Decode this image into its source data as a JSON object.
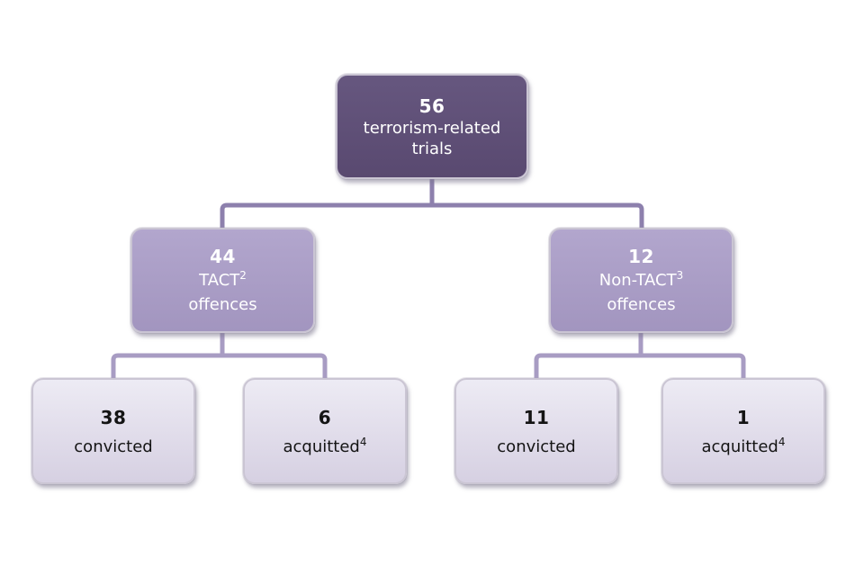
{
  "diagram": {
    "root": {
      "value": "56",
      "label": "terrorism-related trials"
    },
    "level2": [
      {
        "value": "44",
        "name": "TACT",
        "sup": "2",
        "label": "offences"
      },
      {
        "value": "12",
        "name": "Non-TACT",
        "sup": "3",
        "label": "offences"
      }
    ],
    "level3": [
      {
        "value": "38",
        "label": "convicted",
        "sup": ""
      },
      {
        "value": "6",
        "label": "acquitted",
        "sup": "4"
      },
      {
        "value": "11",
        "label": "convicted",
        "sup": ""
      },
      {
        "value": "1",
        "label": "acquitted",
        "sup": "4"
      }
    ],
    "colors": {
      "level1_fill": "#5d4d78",
      "level2_fill": "#ab9ec6",
      "level3_fill_top": "#edebf4",
      "level3_fill_bottom": "#d6d0e2",
      "connector_top": "#8d80ad",
      "connector_lower": "#a89cc3",
      "level1_text": "#ffffff",
      "level2_text": "#ffffff",
      "level3_text": "#141414",
      "background": "#ffffff"
    }
  }
}
